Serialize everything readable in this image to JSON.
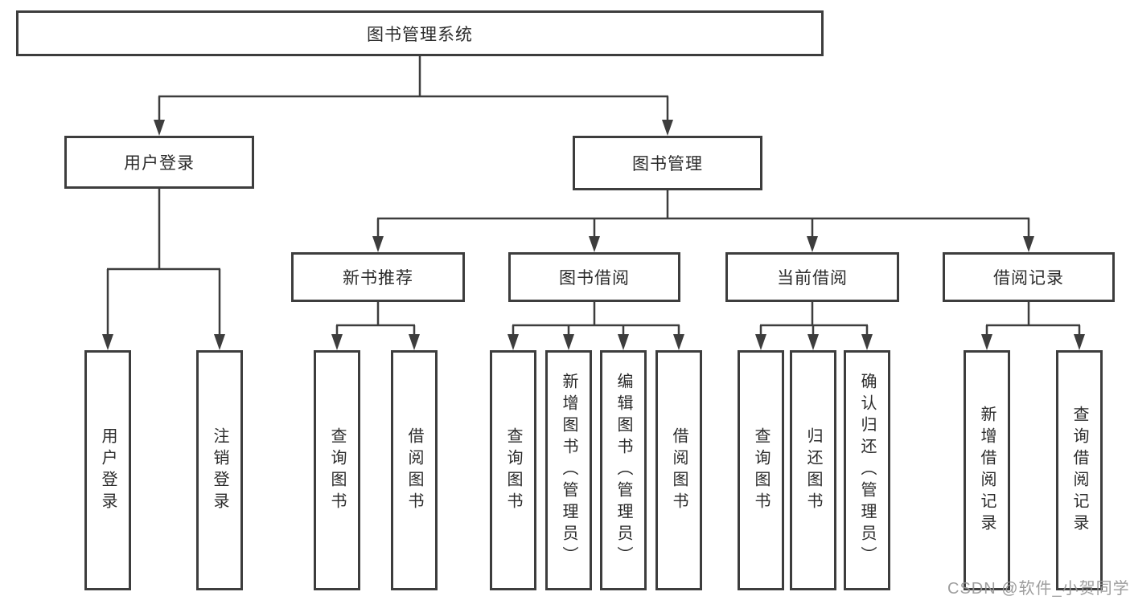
{
  "colors": {
    "line": "#3d3d3d",
    "box_border": "#3d3d3d",
    "box_fill": "#ffffff",
    "text": "#2b2b2b",
    "watermark": "#969696",
    "background": "#ffffff"
  },
  "watermark": "CSDN @软件_小贺同学",
  "tree": {
    "root": {
      "label": "图书管理系统"
    },
    "branches": [
      {
        "label": "用户登录",
        "leaves": [
          "用户登录",
          "注销登录"
        ]
      },
      {
        "label": "图书管理",
        "groups": [
          {
            "label": "新书推荐",
            "leaves": [
              "查询图书",
              "借阅图书"
            ]
          },
          {
            "label": "图书借阅",
            "leaves": [
              "查询图书",
              "新增图书（管理员）",
              "编辑图书（管理员）",
              "借阅图书"
            ]
          },
          {
            "label": "当前借阅",
            "leaves": [
              "查询图书",
              "归还图书",
              "确认归还（管理员）"
            ]
          },
          {
            "label": "借阅记录",
            "leaves": [
              "新增借阅记录",
              "查询借阅记录"
            ]
          }
        ]
      }
    ]
  }
}
